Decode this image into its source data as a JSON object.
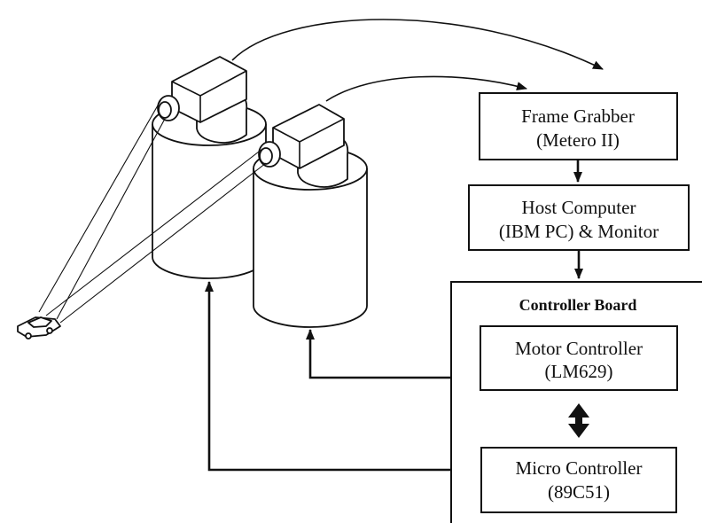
{
  "frame_grabber": {
    "line1": "Frame Grabber",
    "line2": "(Metero II)"
  },
  "host_computer": {
    "line1": "Host Computer",
    "line2": "(IBM PC) & Monitor"
  },
  "controller_board": {
    "title": "Controller Board"
  },
  "motor_controller": {
    "line1": "Motor Controller",
    "line2": "(LM629)"
  },
  "micro_controller": {
    "line1": "Micro Controller",
    "line2": "(89C51)"
  }
}
